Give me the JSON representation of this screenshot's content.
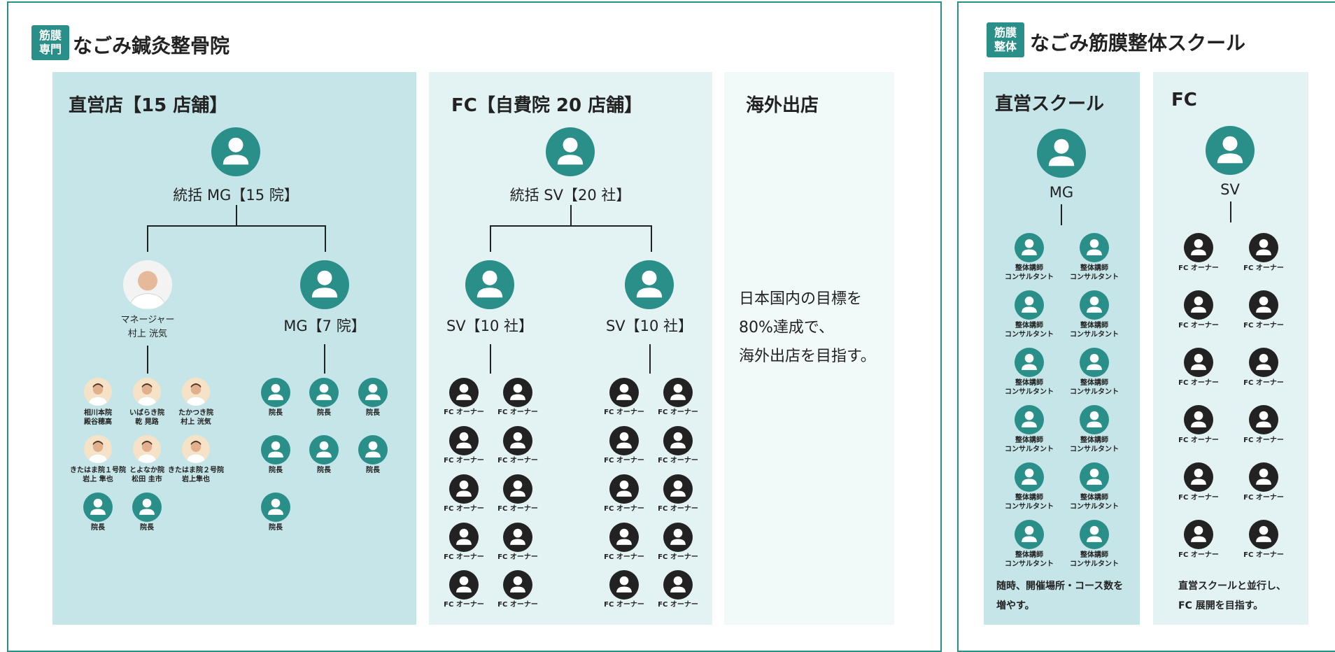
{
  "left": {
    "badge": [
      "筋膜",
      "専門"
    ],
    "title": "なごみ鍼灸整骨院",
    "direct": {
      "title": "直営店【15 店舗】",
      "top_label": "統括 MG【15 院】",
      "manager_label": [
        "マネージャー",
        "村上 洸気"
      ],
      "mg_label": "MG【7 院】",
      "staff": [
        [
          "相川本院",
          "殿谷穂高"
        ],
        [
          "いばらき院",
          "乾 晃路"
        ],
        [
          "たかつき院",
          "村上 洸気"
        ],
        [
          "きたはま院１号院",
          "岩上 隼也"
        ],
        [
          "とよなか院",
          "松田 圭市"
        ],
        [
          "きたはま院２号院",
          "岩上隼也"
        ]
      ],
      "director": "院長"
    },
    "fc": {
      "title": "FC【自費院 20 店舗】",
      "top_label": "統括 SV【20 社】",
      "sv_label": "SV【10 社】",
      "owner": "FC オーナー"
    },
    "overseas": {
      "title": "海外出店",
      "note": [
        "日本国内の目標を",
        "80%達成で、",
        "海外出店を目指す。"
      ]
    }
  },
  "right": {
    "badge": [
      "筋膜",
      "整体"
    ],
    "title": "なごみ筋膜整体スクール",
    "direct": {
      "title": "直営スクール",
      "top_label": "MG",
      "consultant": [
        "整体講師",
        "コンサルタント"
      ],
      "note": [
        "随時、開催場所・コース数を",
        "増やす。"
      ]
    },
    "fc": {
      "title": "FC",
      "top_label": "SV",
      "owner": "FC オーナー",
      "note": [
        "直営スクールと並行し、",
        "FC 展開を目指す。"
      ]
    }
  },
  "colors": {
    "teal": "#2a8f88",
    "panel_dark": "#c6e5e8",
    "panel_mid": "#e3f2f3",
    "panel_light": "#f2f9f9",
    "dark_icon": "#222222"
  },
  "icons": {
    "person": "person-icon",
    "photo": "staff-photo"
  }
}
